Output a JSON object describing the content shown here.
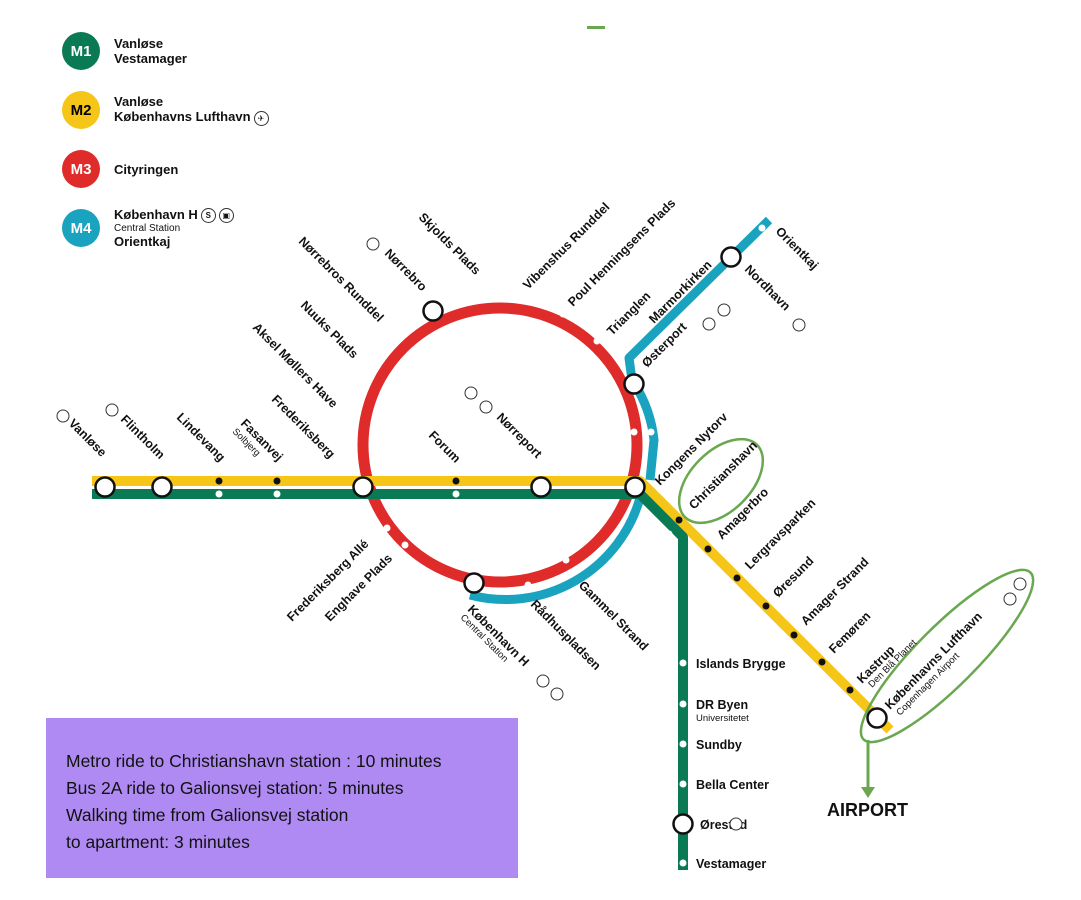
{
  "legend": [
    {
      "badge": "M1",
      "color": "#0a7a55",
      "line1": "Vanløse",
      "line2": "Vestamager",
      "line3": ""
    },
    {
      "badge": "M2",
      "color": "#f5c518",
      "line1": "Vanløse",
      "line2": "Københavns Lufthavn",
      "line3": ""
    },
    {
      "badge": "M3",
      "color": "#e02b2b",
      "line1": "Cityringen",
      "line2": "",
      "line3": ""
    },
    {
      "badge": "M4",
      "color": "#1aa3be",
      "line1": "København H",
      "line2": "Central Station",
      "line3": "Orientkaj"
    }
  ],
  "colors": {
    "m1": "#0a7a55",
    "m2": "#f5c518",
    "m3": "#e02b2b",
    "m4": "#1aa3be",
    "highlight": "#6aa84f",
    "info_bg": "#b08af3"
  },
  "stations": {
    "vanlose": "Vanløse",
    "flintholm": "Flintholm",
    "lindevang": "Lindevang",
    "fasanvej": "Fasanvej",
    "solbjerg": "Solbjerg",
    "frederiksberg": "Frederiksberg",
    "forum": "Forum",
    "norreport": "Nørreport",
    "kongens_nytorv": "Kongens Nytorv",
    "aksel": "Aksel Møllers Have",
    "nuuks": "Nuuks Plads",
    "norrebros_runddel": "Nørrebros Runddel",
    "norrebro": "Nørrebro",
    "skjolds": "Skjolds Plads",
    "vibenshus": "Vibenshus Runddel",
    "poul": "Poul Henningsens Plads",
    "trianglen": "Trianglen",
    "osterport": "Østerport",
    "marmorkirken": "Marmorkirken",
    "nordhavn": "Nordhavn",
    "orientkaj": "Orientkaj",
    "frederiksberg_alle": "Frederiksberg Allé",
    "enghave": "Enghave Plads",
    "kobenhavn_h": "København H",
    "central_station": "Central Station",
    "radhuspladsen": "Rådhuspladsen",
    "gammel_strand": "Gammel Strand",
    "christianshavn": "Christianshavn",
    "amagerbro": "Amagerbro",
    "lergravsparken": "Lergravsparken",
    "oresund": "Øresund",
    "amager_strand": "Amager Strand",
    "femoren": "Femøren",
    "kastrup": "Kastrup",
    "den_bla_planet": "Den Blå Planet",
    "lufthavn": "Københavns Lufthavn",
    "copenhagen_airport": "Copenhagen Airport",
    "islands_brygge": "Islands Brygge",
    "dr_byen": "DR Byen",
    "universitetet": "Universitetet",
    "sundby": "Sundby",
    "bella_center": "Bella Center",
    "orestad": "Ørestad",
    "vestamager": "Vestamager"
  },
  "info": {
    "line1": "Metro ride to Christianshavn station : 10 minutes",
    "line2": "Bus 2A ride to Galionsvej station: 5 minutes",
    "line3": "Walking time from Galionsvej station",
    "line4": "to apartment: 3 minutes"
  },
  "airport_label": "AIRPORT"
}
